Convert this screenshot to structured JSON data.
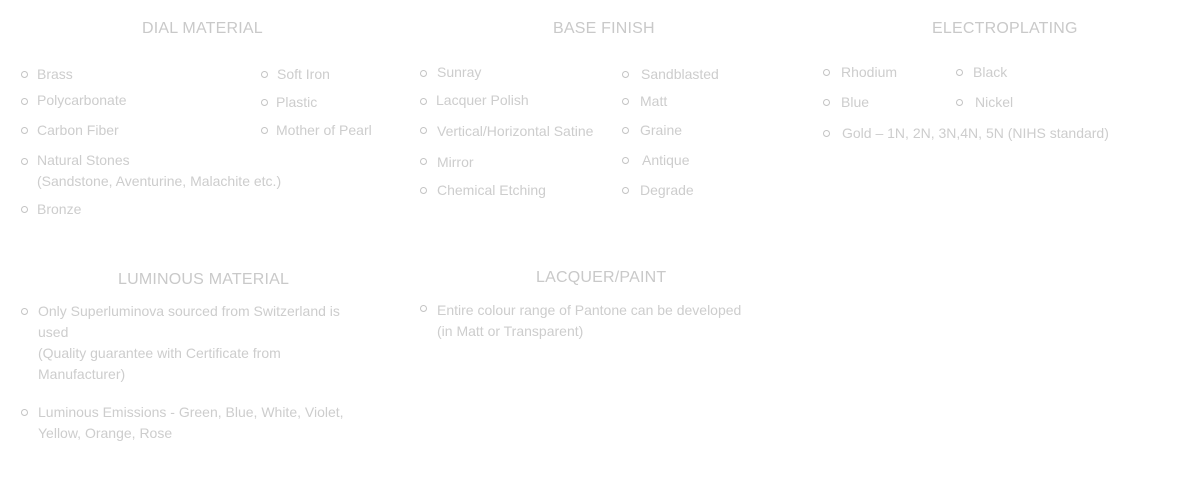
{
  "dial_material": {
    "title": "DIAL MATERIAL",
    "items": [
      "Brass",
      "Polycarbonate",
      "Carbon Fiber",
      "Natural Stones",
      "(Sandstone, Aventurine, Malachite etc.)",
      "Bronze",
      "Soft Iron",
      "Plastic",
      "Mother of Pearl"
    ]
  },
  "base_finish": {
    "title": "BASE FINISH",
    "items": [
      "Sunray",
      "Lacquer Polish",
      "Vertical/Horizontal Satine",
      "Mirror",
      "Chemical Etching",
      "Sandblasted",
      "Matt",
      "Graine",
      "Antique",
      "Degrade"
    ]
  },
  "electroplating": {
    "title": "ELECTROPLATING",
    "items": [
      "Rhodium",
      "Blue",
      "Black",
      "Nickel",
      "Gold – 1N, 2N, 3N,4N, 5N (NIHS standard)"
    ]
  },
  "luminous_material": {
    "title": "LUMINOUS MATERIAL",
    "items": [
      "Only Superluminova sourced from Switzerland is used",
      "(Quality guarantee with Certificate from Manufacturer)",
      "Luminous Emissions - Green, Blue, White, Violet, Yellow, Orange, Rose"
    ]
  },
  "lacquer_paint": {
    "title": "LACQUER/PAINT",
    "items": [
      "Entire colour range of Pantone can be developed",
      "(in Matt or Transparent)"
    ]
  }
}
